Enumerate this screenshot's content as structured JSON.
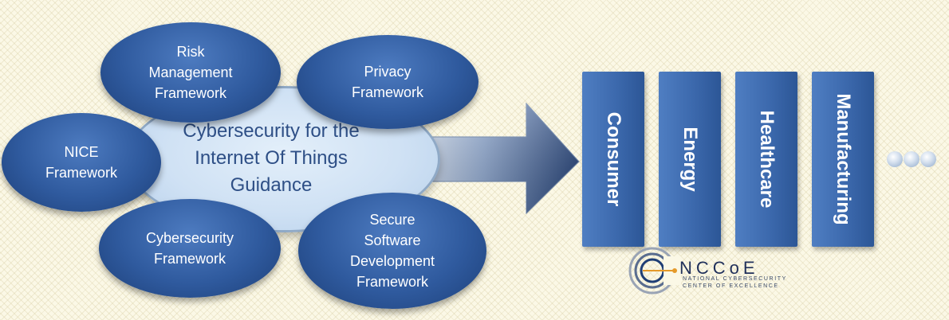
{
  "center": {
    "lines": [
      "Cybersecurity for the",
      "Internet Of Things",
      "Guidance"
    ]
  },
  "frameworks": {
    "risk": [
      "Risk",
      "Management",
      "Framework"
    ],
    "privacy": [
      "Privacy",
      "Framework"
    ],
    "nice": [
      "NICE",
      "Framework"
    ],
    "csf": [
      "Cybersecurity",
      "Framework"
    ],
    "ssdf": [
      "Secure",
      "Software",
      "Development",
      "Framework"
    ]
  },
  "sectors": [
    "Consumer",
    "Energy",
    "Healthcare",
    "Manufacturing"
  ],
  "logo": {
    "name": "NCCoE",
    "subtitle_line1": "NATIONAL CYBERSECURITY",
    "subtitle_line2": "CENTER OF EXCELLENCE"
  },
  "colors": {
    "bubble": "#2f5a9e",
    "center_fill": "#cfe1f4",
    "center_text": "#2e4f86",
    "sector": "#3c69ad",
    "arrow_start": "#dbe6f3",
    "arrow_end": "#1f3e75"
  }
}
